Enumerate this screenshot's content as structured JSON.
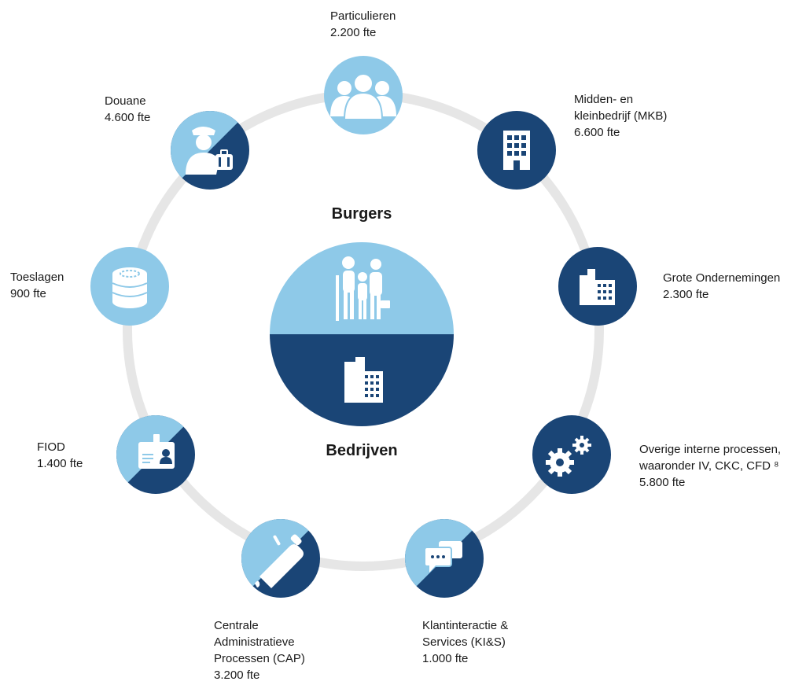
{
  "colors": {
    "light": "#8ec9e8",
    "dark": "#1a4576",
    "ring": "#e6e6e6",
    "white": "#ffffff"
  },
  "center": {
    "top_label": "Burgers",
    "bottom_label": "Bedrijven"
  },
  "nodes": [
    {
      "id": "particulieren",
      "lines": [
        "Particulieren",
        "2.200 fte"
      ],
      "fill": "light",
      "icon": "people-icon"
    },
    {
      "id": "mkb",
      "lines": [
        "Midden- en",
        "kleinbedrijf (MKB)",
        "6.600 fte"
      ],
      "fill": "dark",
      "icon": "office-building-icon"
    },
    {
      "id": "grote-ondernemingen",
      "lines": [
        "Grote Ondernemingen",
        "2.300 fte"
      ],
      "fill": "dark",
      "icon": "buildings-icon"
    },
    {
      "id": "overige",
      "lines": [
        "Overige interne processen,",
        "waaronder IV, CKC, CFD ⁸",
        "5.800 fte"
      ],
      "fill": "dark",
      "icon": "gears-icon"
    },
    {
      "id": "klantinteractie",
      "lines": [
        "Klantinteractie &",
        "Services (KI&S)",
        "1.000 fte"
      ],
      "fill": "split",
      "icon": "chat-bubbles-icon"
    },
    {
      "id": "cap",
      "lines": [
        "Centrale",
        "Administratieve",
        "Processen (CAP)",
        "3.200 fte"
      ],
      "fill": "split",
      "icon": "pipette-icon"
    },
    {
      "id": "fiod",
      "lines": [
        "FIOD",
        "1.400 fte"
      ],
      "fill": "split",
      "icon": "id-badge-icon"
    },
    {
      "id": "toeslagen",
      "lines": [
        "Toeslagen",
        "900 fte"
      ],
      "fill": "light",
      "icon": "coins-icon"
    },
    {
      "id": "douane",
      "lines": [
        "Douane",
        "4.600 fte"
      ],
      "fill": "split",
      "icon": "customs-officer-icon"
    }
  ]
}
